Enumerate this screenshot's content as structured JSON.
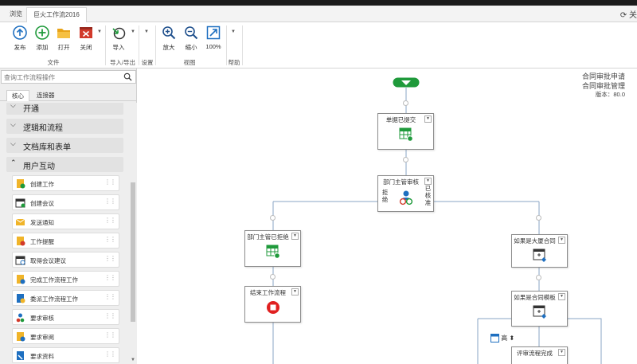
{
  "tabs": [
    "浏览",
    "巨火工作流2016"
  ],
  "ribbon": {
    "buttons": [
      {
        "label": "发布",
        "icon": "publish-icon"
      },
      {
        "label": "添加",
        "icon": "add-icon"
      },
      {
        "label": "打开",
        "icon": "folder-open-icon"
      },
      {
        "label": "关闭",
        "icon": "close-icon"
      },
      {
        "label": "导入",
        "icon": "import-icon"
      },
      {
        "label": "放大",
        "icon": "zoom-in-icon"
      },
      {
        "label": "缩小",
        "icon": "zoom-out-icon"
      },
      {
        "label": "100%",
        "icon": "zoom-reset-icon"
      }
    ],
    "groups": [
      "文件",
      "导入/导出",
      "设置",
      "视图",
      "帮助"
    ]
  },
  "left_panel": {
    "search_placeholder": "查询工作流程操作",
    "tabs": [
      "核心",
      "连接器"
    ],
    "categories": [
      "开通",
      "逻辑和流程",
      "文档库和表单",
      "用户互动"
    ],
    "items": [
      "创建工作",
      "创建会议",
      "发送通知",
      "工作提醒",
      "取得会议建议",
      "完成工作流程工作",
      "委派工作流程工作",
      "要求审核",
      "要求审阅",
      "要求资料"
    ]
  },
  "canvas": {
    "meta": {
      "line1": "合同审批申请",
      "line2": "合同审批管理",
      "version": "版本：80.0"
    },
    "nodes": {
      "submitted": "单据已提交",
      "manager_review": "部门主管审核",
      "reject_label": "拒绝",
      "approve_label": "已核准",
      "manager_rejected": "部门主管已拒绝",
      "end_workflow": "结束工作流程",
      "if_large_contract": "如果是大厦合同",
      "if_contract_template": "如果是合同模板",
      "review_done": "评审流程完成"
    },
    "scroll_fragment": "高"
  },
  "colors": {
    "accent_blue": "#1e6fc0",
    "start_green": "#1f9a3b",
    "stop_red": "#e02020",
    "connector": "#8aa6c4"
  }
}
